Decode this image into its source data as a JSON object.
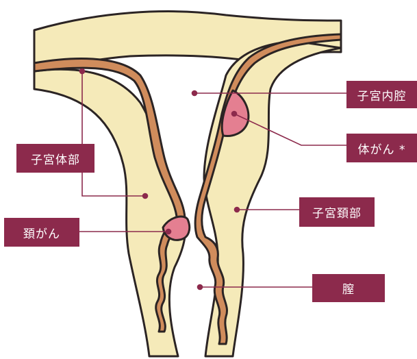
{
  "labels": {
    "uterine_cavity": "子宮内腔",
    "uterine_body": "子宮体部",
    "endometrial_cancer": "体がん *",
    "cervix": "子宮頚部",
    "cervical_cancer": "頚がん",
    "vagina": "膣"
  },
  "colors": {
    "tissue": "#f5eab9",
    "wall": "#d08c5c",
    "outline": "#2b2424",
    "tumor": "#e47f91",
    "label_bg": "#8c2a4c",
    "leader": "#8c2a4c"
  }
}
